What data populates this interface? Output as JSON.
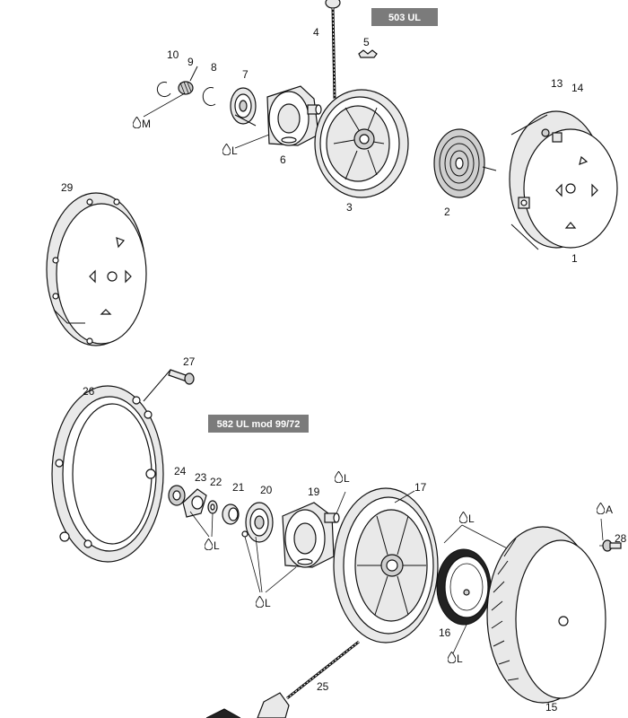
{
  "badges": {
    "top": "503 UL",
    "bottom": "582 UL mod 99/72"
  },
  "lube_symbol": "oil-drop-icon",
  "lube": {
    "m": "M",
    "l": "L",
    "a": "A"
  },
  "part_numbers": {
    "p1": "1",
    "p2": "2",
    "p3": "3",
    "p4": "4",
    "p5": "5",
    "p6": "6",
    "p7": "7",
    "p8": "8",
    "p9": "9",
    "p10": "10",
    "p13": "13",
    "p14": "14",
    "p15": "15",
    "p16": "16",
    "p17": "17",
    "p19": "19",
    "p20": "20",
    "p21": "21",
    "p22": "22",
    "p23": "23",
    "p24": "24",
    "p25": "25",
    "p26": "26",
    "p27": "27",
    "p28": "28",
    "p29": "29"
  },
  "colors": {
    "badge_bg": "#7b7b7b",
    "line": "#111111"
  }
}
